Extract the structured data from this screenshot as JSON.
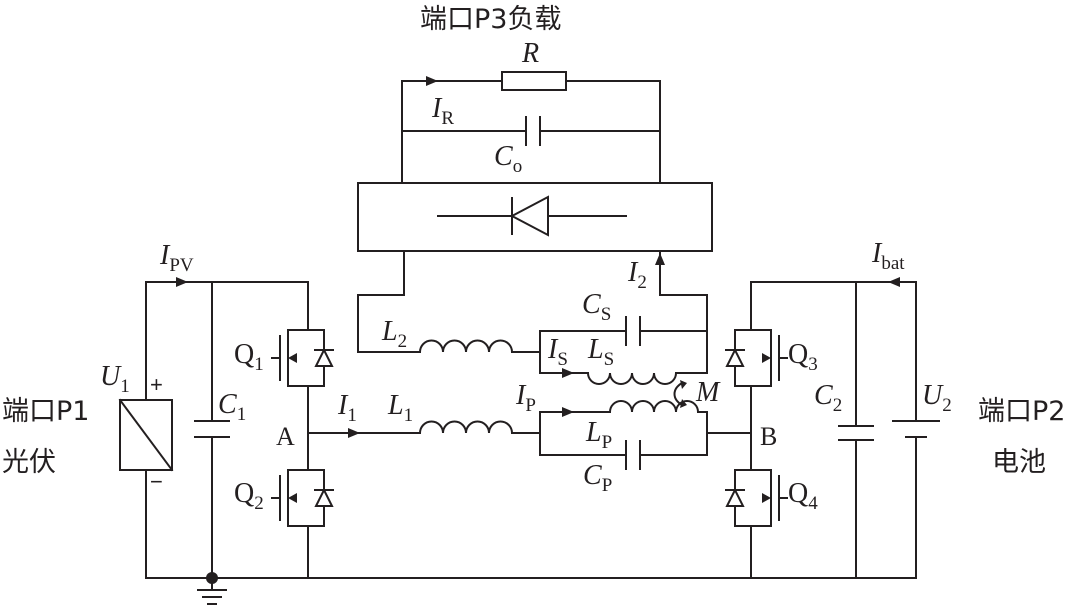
{
  "ports": {
    "p3": "端口P3负载",
    "p1_name": "端口P1",
    "p1_type": "光伏",
    "p2_name": "端口P2",
    "p2_type": "电池"
  },
  "components": {
    "R": "R",
    "Co": {
      "main": "C",
      "sub": "o"
    },
    "C1": {
      "main": "C",
      "sub": "1"
    },
    "C2": {
      "main": "C",
      "sub": "2"
    },
    "U1": {
      "main": "U",
      "sub": "1"
    },
    "U2": {
      "main": "U",
      "sub": "2"
    },
    "L1": {
      "main": "L",
      "sub": "1"
    },
    "L2": {
      "main": "L",
      "sub": "2"
    },
    "LP": {
      "main": "L",
      "sub": "P"
    },
    "LS": {
      "main": "L",
      "sub": "S"
    },
    "CP": {
      "main": "C",
      "sub": "P"
    },
    "CS": {
      "main": "C",
      "sub": "S"
    },
    "M": "M",
    "Q1": {
      "main": "Q",
      "sub": "1"
    },
    "Q2": {
      "main": "Q",
      "sub": "2"
    },
    "Q3": {
      "main": "Q",
      "sub": "3"
    },
    "Q4": {
      "main": "Q",
      "sub": "4"
    }
  },
  "currents": {
    "IR": {
      "main": "I",
      "sub": "R"
    },
    "IPV": {
      "main": "I",
      "sub": "PV"
    },
    "Ibat": {
      "main": "I",
      "sub": "bat"
    },
    "I1": {
      "main": "I",
      "sub": "1"
    },
    "I2": {
      "main": "I",
      "sub": "2"
    },
    "IP": {
      "main": "I",
      "sub": "P"
    },
    "IS": {
      "main": "I",
      "sub": "S"
    }
  },
  "nodes": {
    "A": "A",
    "B": "B"
  },
  "signs": {
    "plus": "+",
    "minus": "−"
  }
}
